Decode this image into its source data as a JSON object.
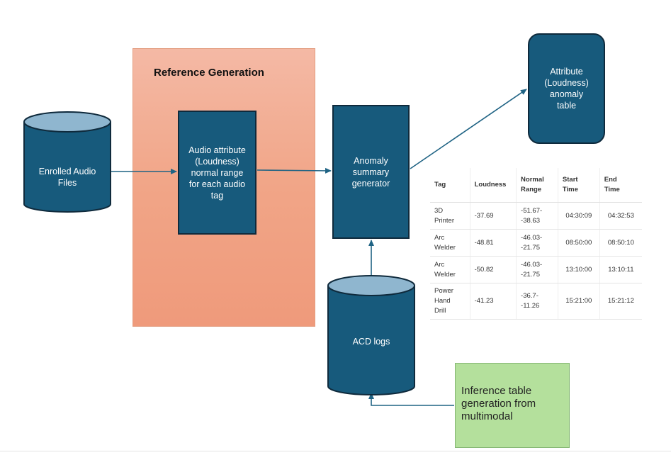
{
  "reference_generation": {
    "title": "Reference Generation"
  },
  "nodes": {
    "enrolled_audio": "Enrolled Audio\nFiles",
    "audio_attribute": "Audio attribute\n(Loudness)\nnormal range\nfor each audio\ntag",
    "anomaly_generator": "Anomaly\nsummary\ngenerator",
    "anomaly_table": "Attribute\n(Loudness)\nanomaly\ntable",
    "acd_logs": "ACD logs",
    "inference": "Inference table\ngeneration from\nmultimodal"
  },
  "colors": {
    "node_fill": "#175a7c",
    "node_border": "#0f2a3c",
    "reference_panel": "#f1a587",
    "inference_fill": "#b4e09c"
  },
  "table": {
    "headers": [
      "Tag",
      "Loudness",
      "Normal\nRange",
      "Start\nTime",
      "End\nTime"
    ],
    "rows": [
      [
        "3D\nPrinter",
        "-37.69",
        "-51.67-\n-38.63",
        "04:30:09",
        "04:32:53"
      ],
      [
        "Arc\nWelder",
        "-48.81",
        "-46.03-\n-21.75",
        "08:50:00",
        "08:50:10"
      ],
      [
        "Arc\nWelder",
        "-50.82",
        "-46.03-\n-21.75",
        "13:10:00",
        "13:10:11"
      ],
      [
        "Power\nHand\nDrill",
        "-41.23",
        "-36.7-\n-11.26",
        "15:21:00",
        "15:21:12"
      ]
    ]
  }
}
